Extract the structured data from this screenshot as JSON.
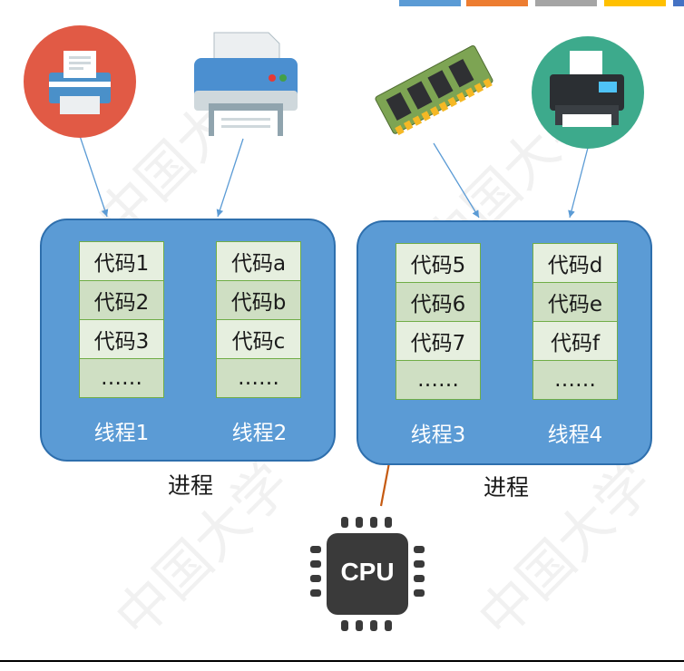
{
  "colors": {
    "process_fill": "#5b9bd5",
    "cell_light": "#e6efdf",
    "cell_dark": "#cfdfc3",
    "cell_border": "#70ad47",
    "arrow_blue": "#5b9bd5",
    "arrow_cpu": "#c55a11",
    "top_tabs": [
      "#5b9bd5",
      "#ed7d31",
      "#a5a5a5",
      "#ffc000",
      "#4472c4"
    ]
  },
  "devices": [
    {
      "name": "printer-red-circle-icon"
    },
    {
      "name": "printer-gray-icon"
    },
    {
      "name": "memory-module-icon"
    },
    {
      "name": "fax-printer-teal-circle-icon"
    }
  ],
  "processes": [
    {
      "label": "进程",
      "threads": [
        {
          "label": "线程1",
          "cells": [
            "代码1",
            "代码2",
            "代码3",
            "……"
          ]
        },
        {
          "label": "线程2",
          "cells": [
            "代码a",
            "代码b",
            "代码c",
            "……"
          ]
        }
      ]
    },
    {
      "label": "进程",
      "threads": [
        {
          "label": "线程3",
          "cells": [
            "代码5",
            "代码6",
            "代码7",
            "……"
          ]
        },
        {
          "label": "线程4",
          "cells": [
            "代码d",
            "代码e",
            "代码f",
            "……"
          ]
        }
      ]
    }
  ],
  "cpu": {
    "label": "CPU"
  }
}
